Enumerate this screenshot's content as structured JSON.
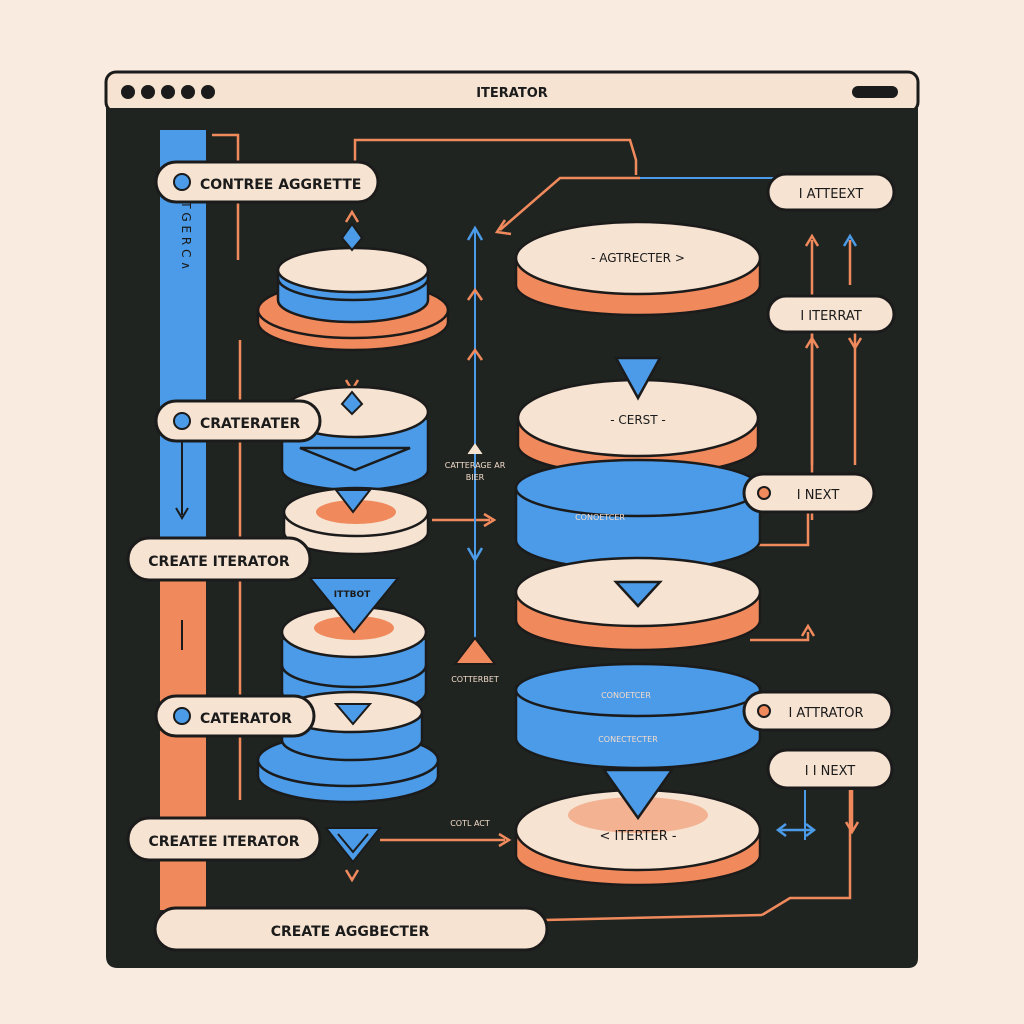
{
  "window": {
    "title": "ITERATOR",
    "dots": 5
  },
  "colors": {
    "background": "#f9ebe0",
    "panel": "#1f2420",
    "cream": "#f6e3d2",
    "orange": "#f08a5d",
    "blue": "#4b9be8",
    "outline": "#1b1b1b"
  },
  "side_bar": {
    "vertical_text": "I T G E R C  ∧"
  },
  "left_pills": [
    {
      "label": "CONTREE AGGRETTE",
      "has_dot": true
    },
    {
      "label": "CRATERATER",
      "has_dot": true
    },
    {
      "label": "CREATE ITERATOR",
      "has_dot": false
    },
    {
      "label": "CATERATOR",
      "has_dot": true
    },
    {
      "label": "CREATEE ITERATOR",
      "has_dot": false
    },
    {
      "label": "CREATE AGGBECTER",
      "has_dot": false
    }
  ],
  "right_pills": [
    {
      "label": "I ATTEEXT",
      "has_dot": false
    },
    {
      "label": "I ITERRAT",
      "has_dot": false
    },
    {
      "label": "I NEXT",
      "has_dot": true
    },
    {
      "label": "I ATTRATOR",
      "has_dot": true
    },
    {
      "label": "I I NEXT",
      "has_dot": false
    }
  ],
  "disk_labels": {
    "agtrecter": "- AGTRECTER >",
    "cerst": "- CERST -",
    "conoetcer": "CONOETCER",
    "conoetcer2": "CONOETCER",
    "conecter": "CONECTECTER",
    "iterter": "< ITERTER -"
  },
  "small_labels": {
    "ittbot": "ITTBOT",
    "center_note_1": "CATTERAGE AR",
    "center_note_2": "BIER",
    "cotterbet": "COTTERBET",
    "cotl_act": "COTL ACT"
  }
}
